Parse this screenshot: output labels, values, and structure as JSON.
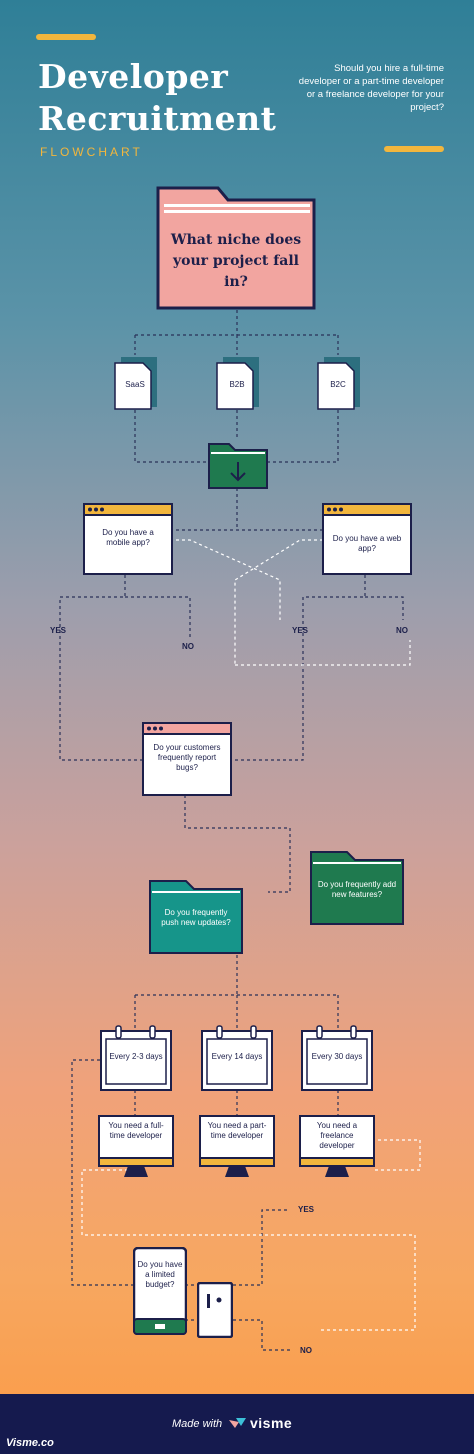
{
  "header": {
    "title_line1": "Developer",
    "title_line2": "Recruitment",
    "subtitle": "FLOWCHART",
    "intro": "Should you hire a full-time developer or a part-time developer or a freelance developer for your project?"
  },
  "main_question": "What niche does your project fall in?",
  "niches": [
    "SaaS",
    "B2B",
    "B2C"
  ],
  "q_mobile_app": "Do you have a mobile app?",
  "q_web_app": "Do you have a web app?",
  "labels": {
    "yes": "YES",
    "no": "NO"
  },
  "q_report_bugs": "Do your customers frequently report bugs?",
  "q_add_features": "Do you frequently add new features?",
  "q_push_updates": "Do you frequently push new updates?",
  "frequencies": [
    "Every 2-3 days",
    "Every 14 days",
    "Every 30 days"
  ],
  "results": [
    "You need a full-time developer",
    "You need a part-time developer",
    "You need a freelance developer"
  ],
  "q_budget": "Do you have a limited budget?",
  "footer": {
    "made_with": "Made with",
    "brand": "visme",
    "watermark": "Visme.co"
  },
  "colors": {
    "navy": "#1c1f4a",
    "pink": "#f2a5a0",
    "green": "#1f7a4f",
    "teal": "#16958a",
    "yellow": "#f2b63d",
    "white": "#ffffff"
  }
}
